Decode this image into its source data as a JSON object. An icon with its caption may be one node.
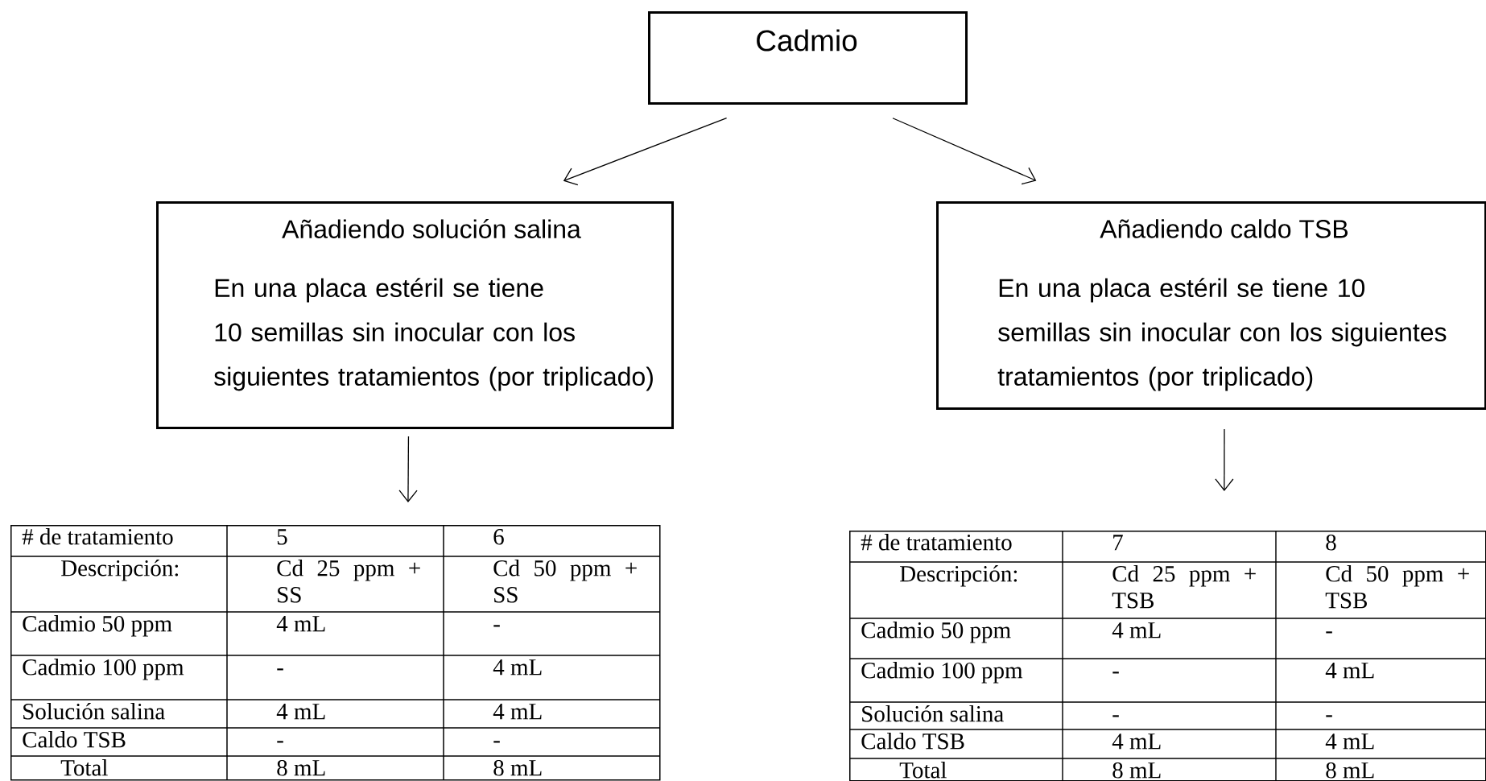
{
  "diagram": {
    "nodes": [
      {
        "text": [
          "Cadmio"
        ]
      },
      {
        "text": [
          "Añadiendo solución salina",
          "En una placa estéril se tiene 10 semillas sin inocular con los siguientes tratamientos (por triplicado)"
        ]
      },
      {
        "text": [
          "Añadiendo caldo TSB",
          "En una placa estéril se tiene 10 semillas sin inocular con los siguientes tratamientos (por triplicado)"
        ]
      },
      {
        "text": [
          "# de tratamiento",
          "5",
          "6",
          "Descripción:",
          "Cd 25 ppm + SS",
          "Cd 50 ppm + SS",
          "Cadmio 50 ppm",
          "4 mL",
          "-",
          "Cadmio 100 ppm",
          "-",
          "4 mL",
          "Solución salina",
          "4 mL",
          "4 mL",
          "Caldo TSB",
          "-",
          "-",
          "Total",
          "8 mL",
          "8 mL"
        ]
      },
      {
        "text": [
          "# de tratamiento",
          "7",
          "8",
          "Descripción:",
          "Cd 25 ppm + TSB",
          "Cd 50 ppm + TSB",
          "Cadmio 50 ppm",
          "4 mL",
          "-",
          "Cadmio 100 ppm",
          "-",
          "4 mL",
          "Solución salina",
          "-",
          "-",
          "Caldo TSB",
          "4 mL",
          "4 mL",
          "Total",
          "8 mL",
          "8 mL"
        ]
      }
    ],
    "edges": [
      {
        "from": 0,
        "to": 1,
        "arrow": "to"
      },
      {
        "from": 0,
        "to": 2,
        "arrow": "to"
      },
      {
        "from": 1,
        "to": 3,
        "arrow": "to"
      },
      {
        "from": 2,
        "to": 4,
        "arrow": "to"
      }
    ]
  }
}
